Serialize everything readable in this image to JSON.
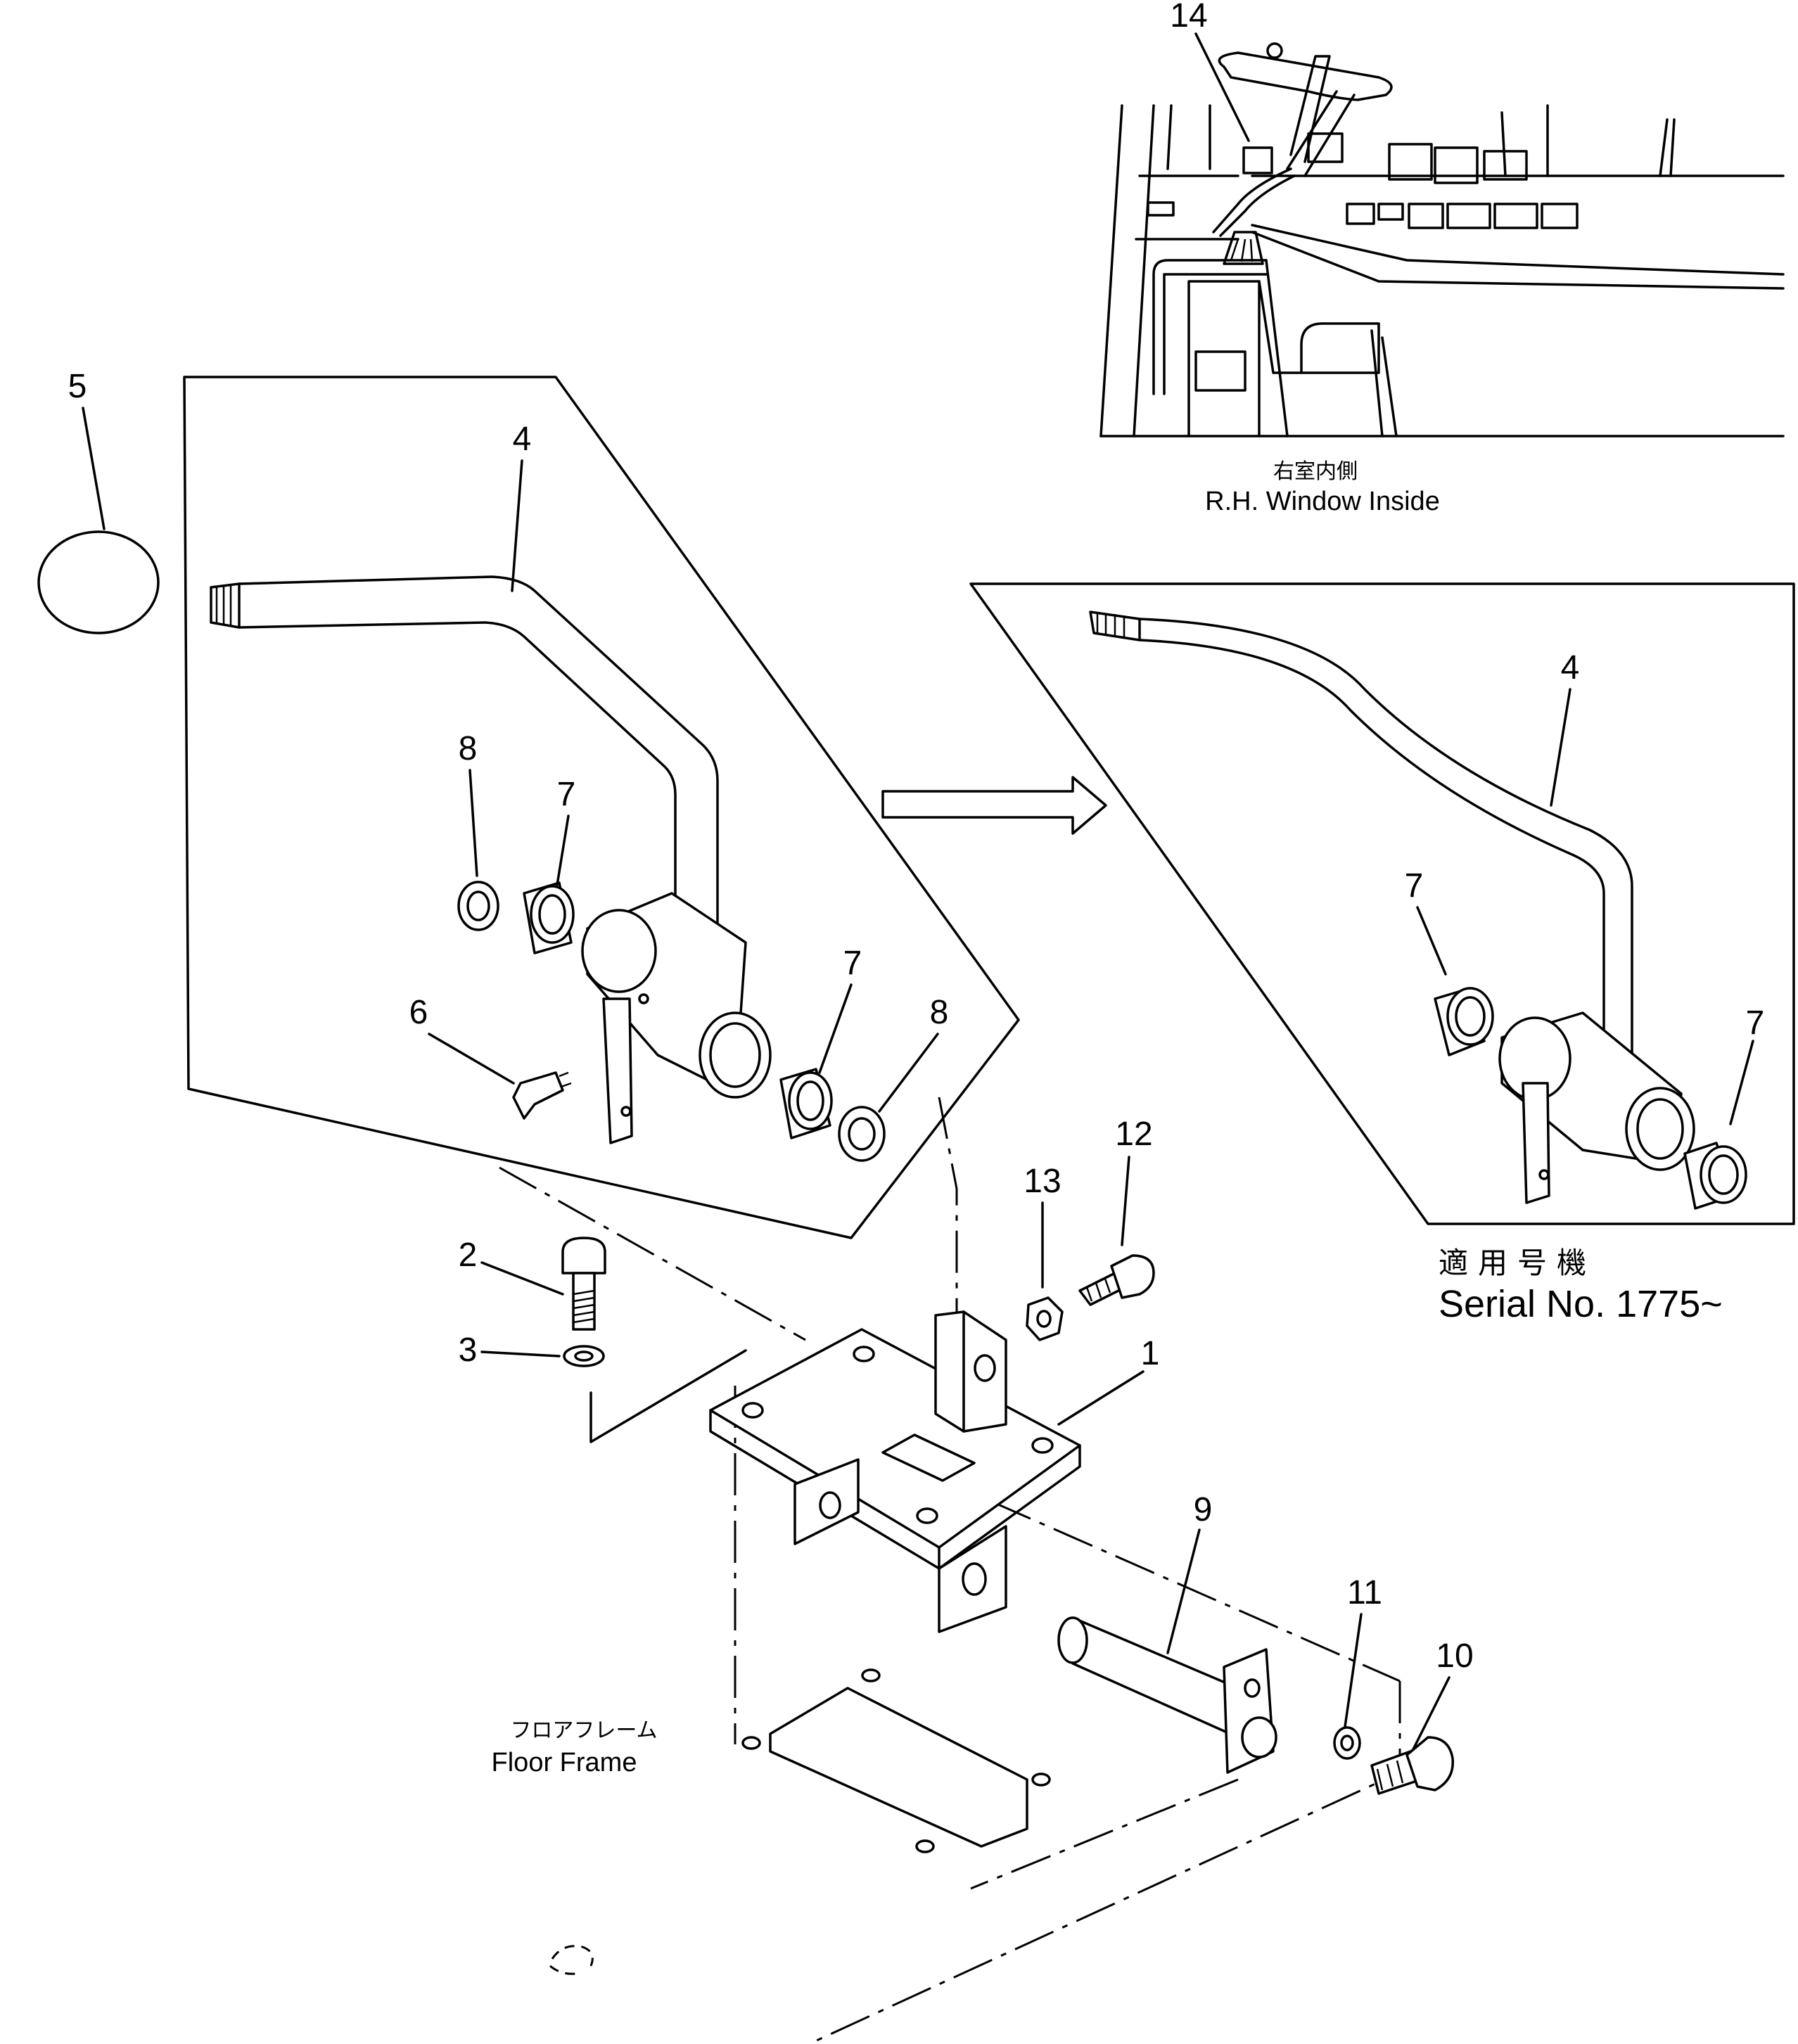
{
  "callouts": {
    "c1": "1",
    "c2": "2",
    "c3": "3",
    "c4a": "4",
    "c4b": "4",
    "c5": "5",
    "c6": "6",
    "c7a": "7",
    "c7b": "7",
    "c7c": "7",
    "c7d": "7",
    "c8a": "8",
    "c8b": "8",
    "c9": "9",
    "c10": "10",
    "c11": "11",
    "c12": "12",
    "c13": "13",
    "c14": "14"
  },
  "inset_cab": {
    "caption_jp": "右室内側",
    "caption_en": "R.H. Window Inside"
  },
  "inset_serial": {
    "label_jp": "適用号機",
    "label_en": "Serial No. 1775~"
  },
  "floor": {
    "label_jp": "フロアフレーム",
    "label_en": "Floor Frame"
  }
}
